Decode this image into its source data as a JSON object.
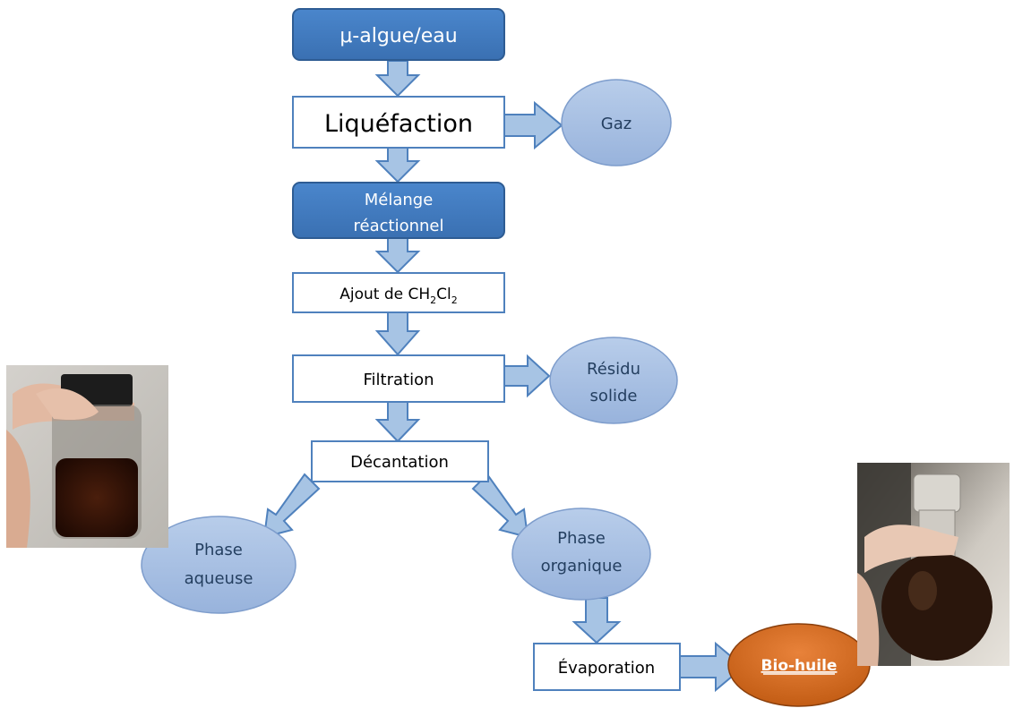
{
  "nodes": {
    "algue": "μ-algue/eau",
    "liquefaction": "Liquéfaction",
    "gaz": "Gaz",
    "melange_1": "Mélange",
    "melange_2": "réactionnel",
    "ajout_prefix": "Ajout de CH",
    "ajout_sub1": "2",
    "ajout_mid": "Cl",
    "ajout_sub2": "2",
    "filtration": "Filtration",
    "residu_1": "Résidu",
    "residu_2": "solide",
    "decantation": "Décantation",
    "phase_aq_1": "Phase",
    "phase_aq_2": "aqueuse",
    "phase_org_1": "Phase",
    "phase_org_2": "organique",
    "evaporation": "Évaporation",
    "biohuile": "Bio-huile"
  },
  "photos": {
    "left": "photo of a small vial containing dark aqueous phase",
    "right": "photo of a round flask containing dark bio-oil"
  },
  "colors": {
    "dark_box": "#3f78bd",
    "dark_box_border": "#2e5c93",
    "light_ellipse": "#a7bfe2",
    "ellipse_border": "#7e9dcc",
    "arrow_fill": "#a7c4e4",
    "arrow_stroke": "#4f81bd",
    "box_border": "#4f81bd",
    "text_dark": "#243f60",
    "biohuile_fill": "#d2691e"
  }
}
